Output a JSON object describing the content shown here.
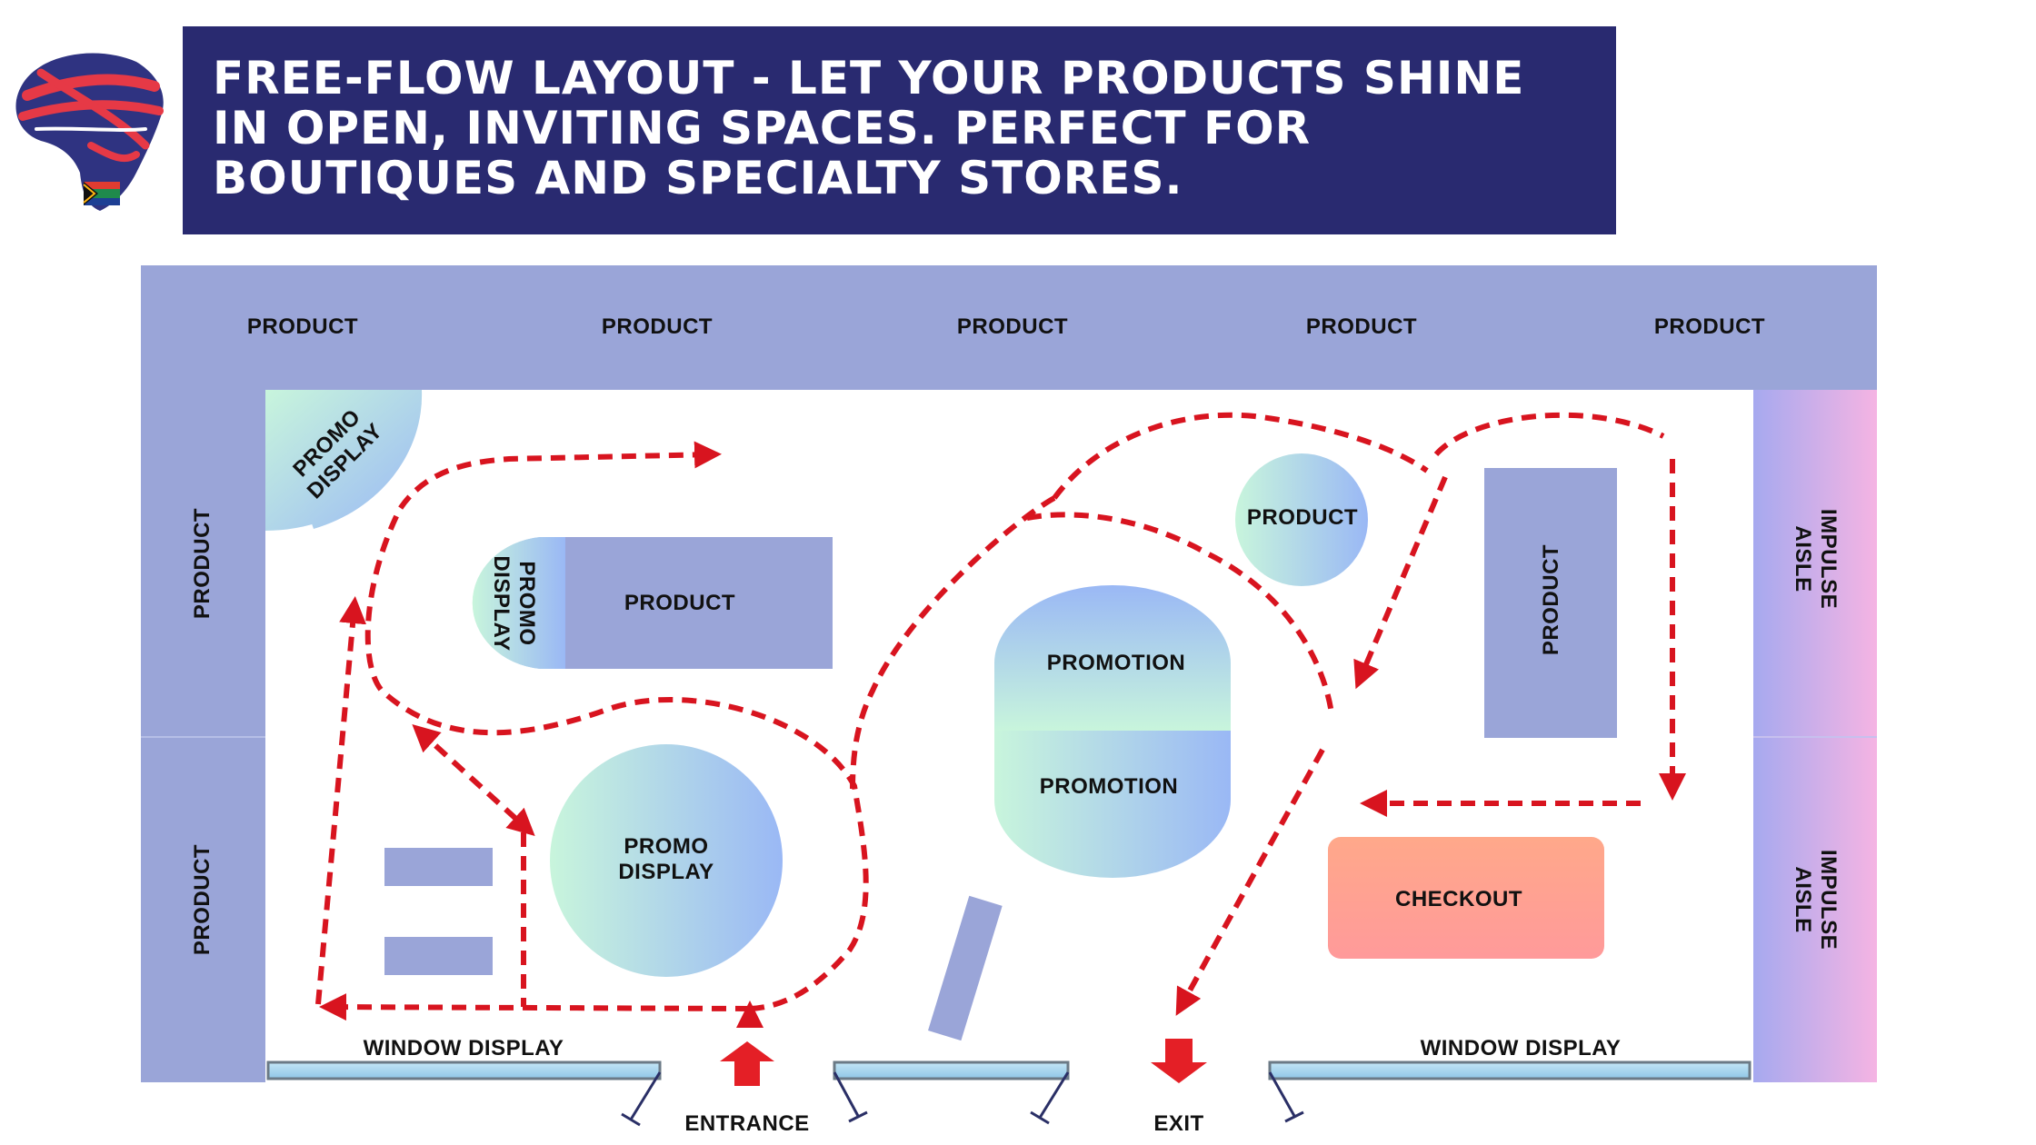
{
  "banner": {
    "title": "FREE-FLOW LAYOUT - LET YOUR PRODUCTS SHINE IN OPEN, INVITING SPACES. PERFECT FOR BOUTIQUES AND SPECIALTY STORES."
  },
  "colors": {
    "banner_bg": "#292a70",
    "shelf": "#9aa5d8",
    "path_arrow": "#d8141f",
    "checkout_gradient": [
      "#ffa082",
      "#ff9a9a"
    ],
    "impulse_gradient": [
      "#a6a9ef",
      "#f5b4e3"
    ],
    "promo_gradient": [
      "#c8f5dc",
      "#9ab8f5"
    ],
    "window_glass": "#a8d4ee"
  },
  "icons": {
    "logo": "africa-map-logo",
    "entrance": "up-arrow-icon",
    "exit": "down-arrow-icon"
  },
  "floorplan": {
    "top_products": [
      "PRODUCT",
      "PRODUCT",
      "PRODUCT",
      "PRODUCT",
      "PRODUCT"
    ],
    "left_products": [
      "PRODUCT",
      "PRODUCT"
    ],
    "impulse_aisles": [
      "IMPULSE\nAISLE",
      "IMPULSE\nAISLE"
    ],
    "promo_display_corner": "PROMO\nDISPLAY",
    "promo_display_end": "PROMO\nDISPLAY",
    "center_product": "PRODUCT",
    "promo_display_circle": "PROMO\nDISPLAY",
    "promotion_top": "PROMOTION",
    "promotion_bottom": "PROMOTION",
    "product_circle": "PRODUCT",
    "product_tall": "PRODUCT",
    "checkout": "CHECKOUT",
    "window_left": "WINDOW DISPLAY",
    "window_right": "WINDOW DISPLAY",
    "entrance": "ENTRANCE",
    "exit": "EXIT"
  }
}
